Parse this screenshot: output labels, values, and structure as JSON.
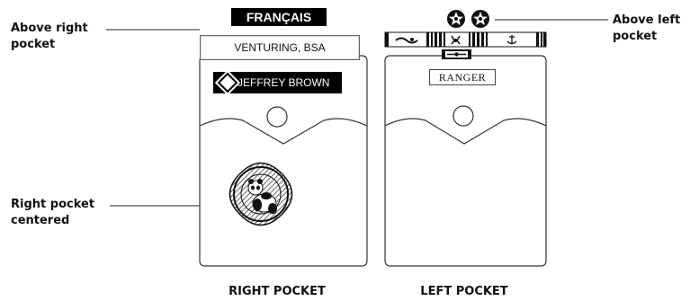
{
  "callouts": {
    "above_right_line1": "Above right",
    "above_right_line2": "pocket",
    "above_left_line1": "Above left",
    "above_left_line2": "pocket",
    "right_centered_line1": "Right pocket",
    "right_centered_line2": "centered"
  },
  "right_pocket": {
    "language_strip": "FRANÇAIS",
    "unit_tab": "VENTURING, BSA",
    "name_tag": "JEFFREY BROWN",
    "caption": "RIGHT POCKET"
  },
  "left_pocket": {
    "rank_tab": "RANGER",
    "caption": "LEFT POCKET"
  },
  "icons": [
    "star-medal-icon",
    "star-medal-icon",
    "panda-emblem-icon",
    "anchor-icon",
    "knot-icon",
    "diamond-logo-icon"
  ]
}
